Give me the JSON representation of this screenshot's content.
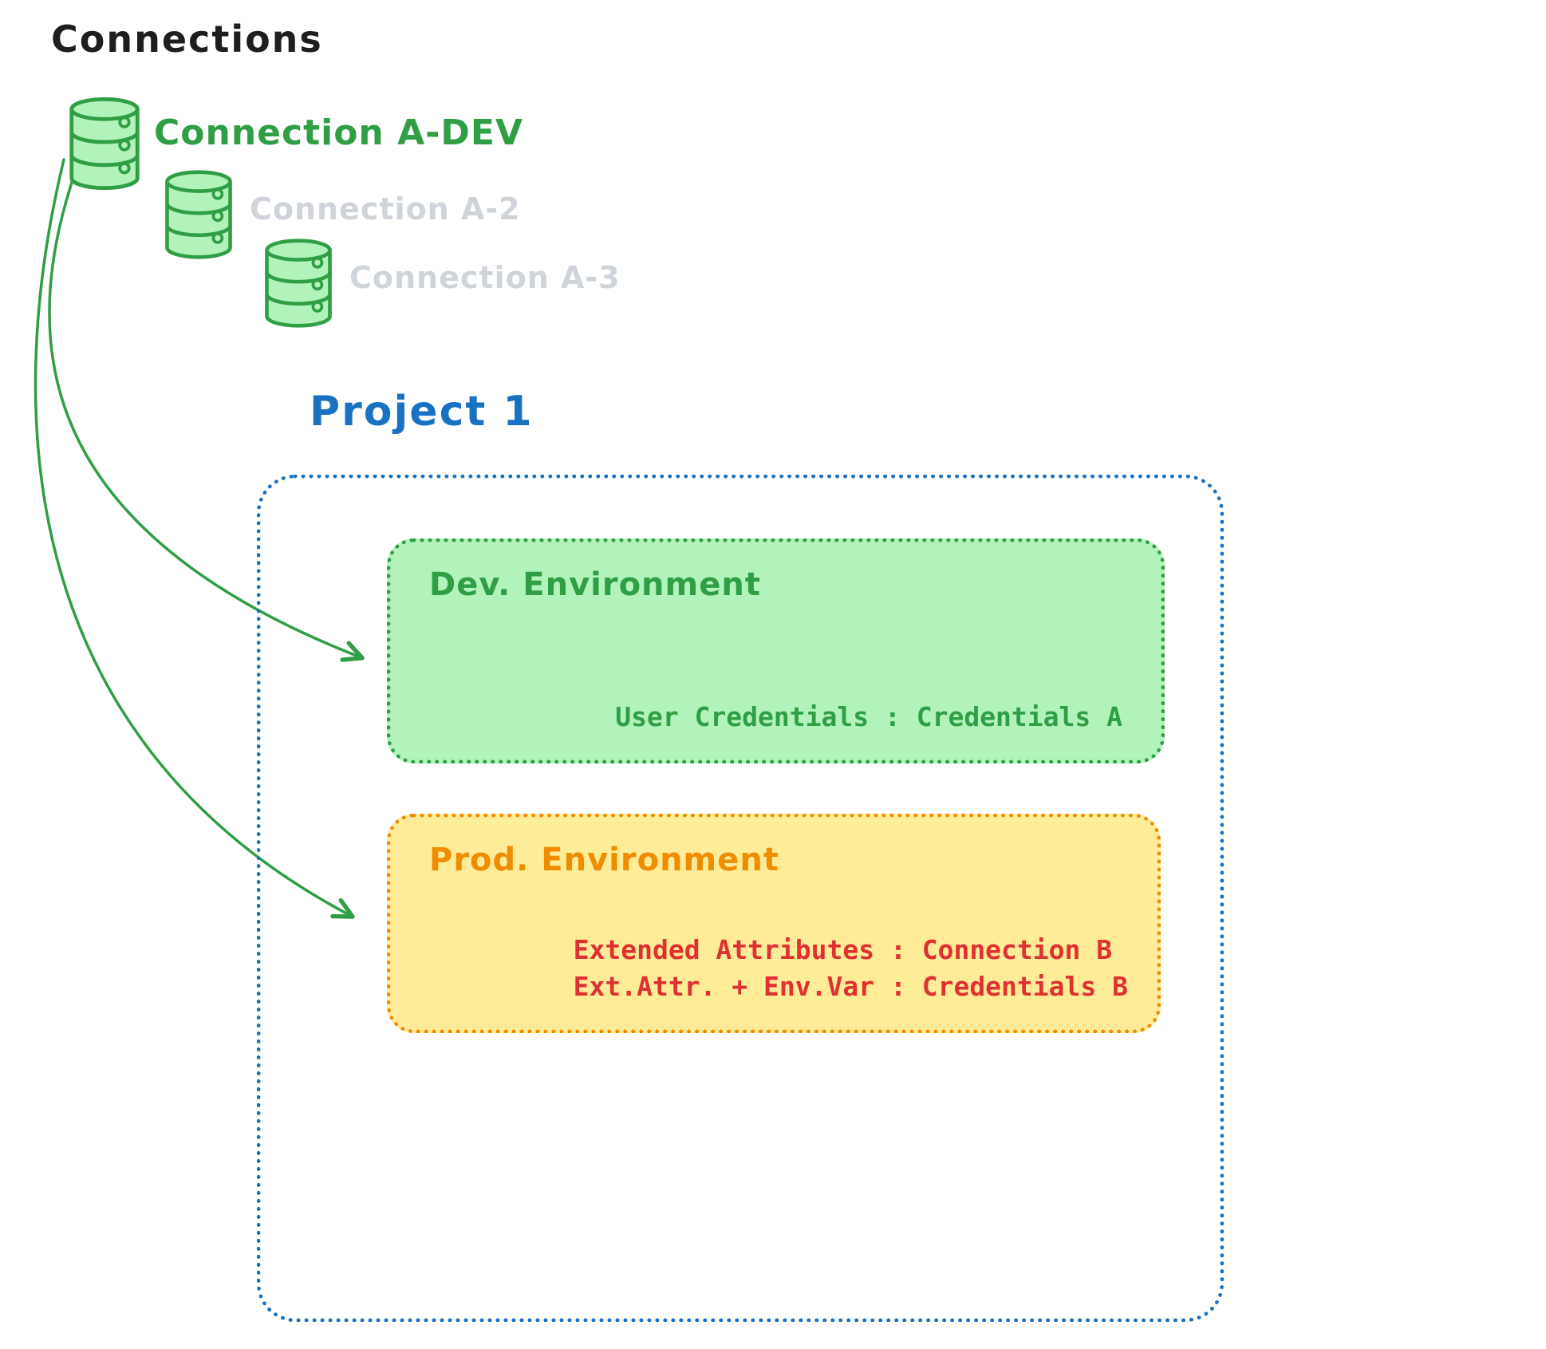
{
  "title": "Connections",
  "connections": [
    {
      "label": "Connection A-DEV",
      "state": "active"
    },
    {
      "label": "Connection A-2",
      "state": "inactive"
    },
    {
      "label": "Connection A-3",
      "state": "inactive"
    }
  ],
  "project": {
    "title": "Project 1",
    "dev": {
      "title": "Dev. Environment",
      "line1": "User Credentials : Credentials A"
    },
    "prod": {
      "title": "Prod. Environment",
      "line1": "Extended Attributes : Connection B",
      "line2": "Ext.Attr. + Env.Var : Credentials B"
    }
  },
  "colors": {
    "text": "#1e1e1e",
    "green": "#2f9e44",
    "green_fill": "#b2f2bb",
    "gray_inactive": "#ced4da",
    "blue": "#1971c2",
    "orange": "#f08c00",
    "yellow_fill": "#ffec99",
    "red": "#e03131"
  }
}
